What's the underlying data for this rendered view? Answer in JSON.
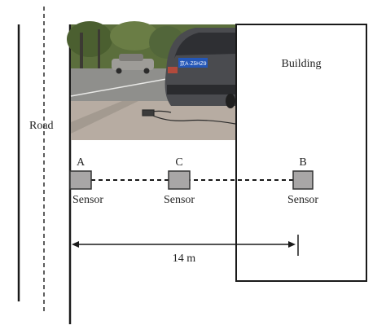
{
  "road": {
    "label": "Road"
  },
  "building": {
    "label": "Building"
  },
  "sensors": [
    {
      "id": "A",
      "label": "Sensor"
    },
    {
      "id": "C",
      "label": "Sensor"
    },
    {
      "id": "B",
      "label": "Sensor"
    }
  ],
  "distance": {
    "label": "14 m"
  },
  "photo": {
    "plate_text": "京A·Z5HZ9"
  },
  "colors": {
    "line": "#1a1a1a",
    "sensor_fill": "#a8a6a6",
    "sensor_stroke": "#333333",
    "photo_sky": "#c9d3d4",
    "photo_trees": "#5b6e3c",
    "photo_road": "#8f8f8c",
    "photo_pavement": "#b7aca2",
    "car_body": "#4a4b4f",
    "plate": "#2457b8"
  }
}
